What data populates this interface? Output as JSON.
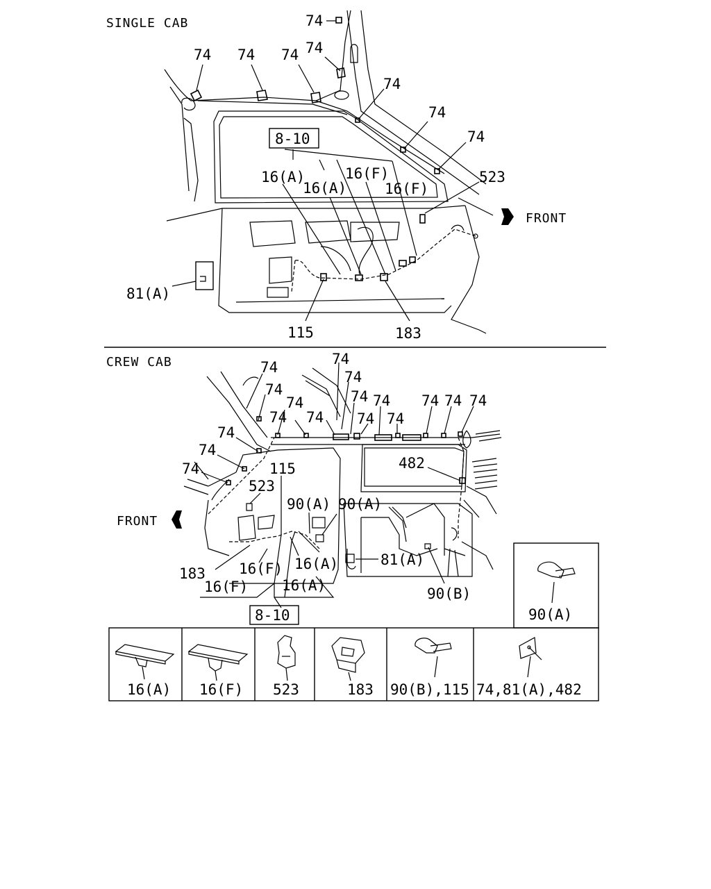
{
  "single_cab": {
    "title": "SINGLE CAB",
    "front_label": "FRONT",
    "ref_box": "8-10",
    "labels": {
      "l74": "74",
      "l16a": "16(A)",
      "l16f": "16(F)",
      "l523": "523",
      "l81a": "81(A)",
      "l115": "115",
      "l183": "183"
    }
  },
  "crew_cab": {
    "title": "CREW CAB",
    "front_label": "FRONT",
    "ref_box": "8-10",
    "labels": {
      "l74": "74",
      "l115": "115",
      "l523": "523",
      "l482": "482",
      "l90a": "90(A)",
      "l81a": "81(A)",
      "l183": "183",
      "l16f": "16(F)",
      "l16a": "16(A)",
      "l90b": "90(B)"
    }
  },
  "inset": {
    "label": "90(A)"
  },
  "parts_legend": [
    {
      "label": "16(A)"
    },
    {
      "label": "16(F)"
    },
    {
      "label": "523"
    },
    {
      "label": "183"
    },
    {
      "label": "90(B),115"
    },
    {
      "label": "74,81(A),482"
    }
  ]
}
